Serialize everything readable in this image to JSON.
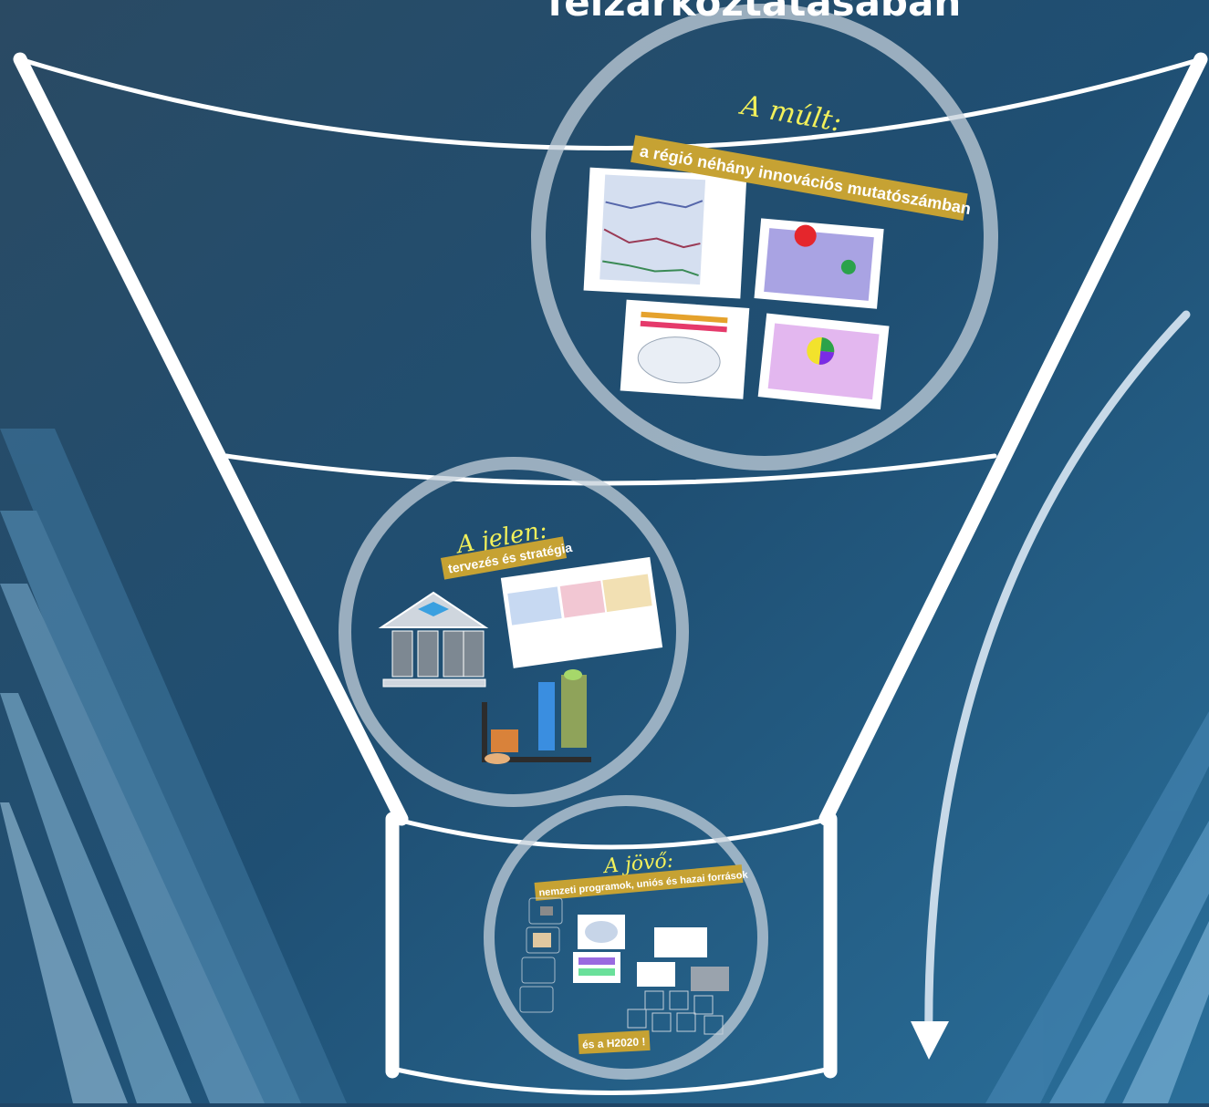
{
  "title": "felzárkóztatásában",
  "sections": {
    "past": {
      "heading": "A múlt:",
      "subtitle": "a régió néhány innovációs mutatószámban"
    },
    "present": {
      "heading": "A jelen:",
      "subtitle": "tervezés és stratégia"
    },
    "future": {
      "heading": "A jövő:",
      "subtitle": "nemzeti programok, uniós és hazai források",
      "footer": "és a H2020 !"
    }
  },
  "colors": {
    "background": "#1f4566",
    "banner": "#c6a233",
    "heading": "#f2f05a",
    "funnel": "#ffffff"
  }
}
